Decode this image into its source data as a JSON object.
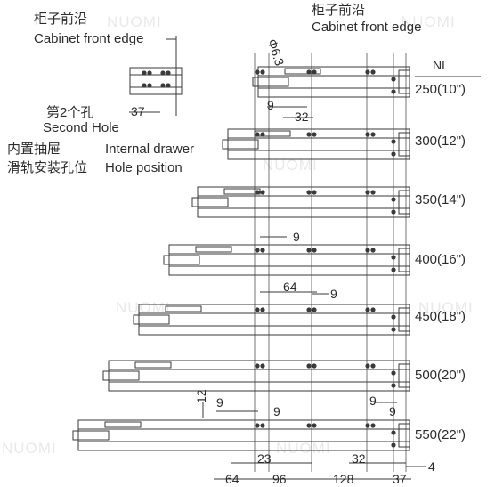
{
  "labels": {
    "front_edge_left_cn": "柜子前沿",
    "front_edge_left_en": "Cabinet front edge",
    "front_edge_right_cn": "柜子前沿",
    "front_edge_right_en": "Cabinet front edge",
    "second_hole_cn": "第2个孔",
    "second_hole_en": "Second Hole",
    "drawer_cn": "内置抽屉",
    "drawer_en": "Internal drawer",
    "hole_pos_cn": "滑轨安装孔位",
    "hole_pos_en": "Hole position",
    "nl": "NL"
  },
  "sizes": [
    "250(10\")",
    "300(12\")",
    "350(14\")",
    "400(16\")",
    "450(18\")",
    "500(20\")",
    "550(22\")"
  ],
  "dims": {
    "diameter": "Φ6.3",
    "d9_top": "9",
    "d32_top": "32",
    "d37_left": "37",
    "d9_400": "9",
    "d64_mid": "64",
    "d9_mid": "9",
    "d12": "12",
    "d9_a": "9",
    "d9_b": "9",
    "d9_c": "9",
    "d9_d": "9",
    "d23": "23",
    "d32_bot": "32",
    "d4": "4",
    "d64_bot": "64",
    "d96": "96",
    "d128": "128",
    "d37_bot": "37"
  },
  "watermark": "NUOMI",
  "colors": {
    "line": "#3a3a3a",
    "text": "#2c2c2c",
    "watermark": "#e6e6e6"
  }
}
